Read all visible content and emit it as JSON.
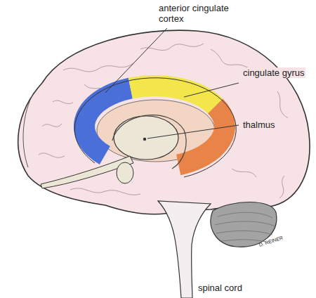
{
  "diagram": {
    "labels": [
      "anterior cingulate cortex",
      "cingulate gyrus",
      "thalmus",
      "spinal cord",
      "D. REINER"
    ]
  }
}
